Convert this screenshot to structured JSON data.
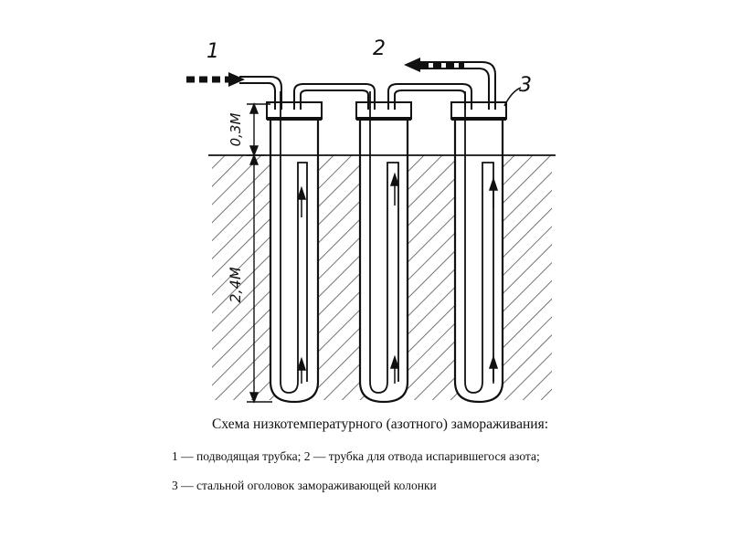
{
  "diagram": {
    "callouts": {
      "inlet": "1",
      "outlet": "2",
      "cap": "3"
    },
    "dimensions": {
      "above_ground": "0,3М",
      "below_ground": "2,4М"
    }
  },
  "caption": {
    "title": "Схема низкотемпературного (азотного) замораживания:",
    "legend_line_1": "1 — подводящая  трубка;  2 — трубка для отвода испарившегося азота;",
    "legend_line_2": "3 — стальной оголовок замораживающей колонки"
  }
}
